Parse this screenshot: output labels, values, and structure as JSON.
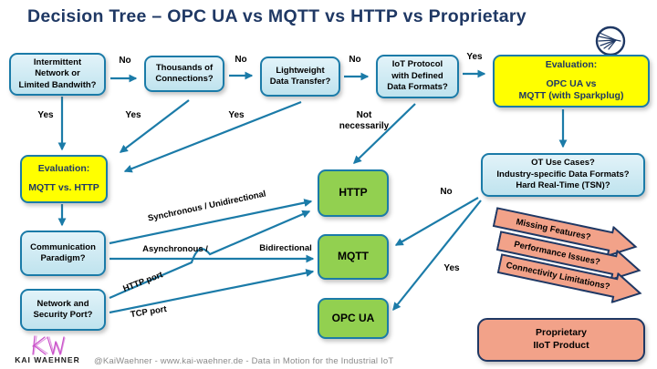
{
  "title": "Decision Tree – OPC UA vs MQTT vs HTTP vs Proprietary",
  "colors": {
    "navy": "#1F3864",
    "teal_border_arrows": "#1B7BA8",
    "lightblue_node": "#cfe9f4",
    "yellow_node": "#FFFF00",
    "green_node": "#92D050",
    "salmon_node": "#F2A289",
    "footer_gray": "#8a8a8a",
    "logo_magenta": "#C94FC9"
  },
  "nodes": {
    "intermittent": {
      "label": "Intermittent\nNetwork or\nLimited Bandwith?"
    },
    "thousands": {
      "label": "Thousands of\nConnections?"
    },
    "lightweight": {
      "label": "Lightweight\nData Transfer?"
    },
    "iot_protocol": {
      "label": "IoT Protocol\nwith Defined\nData Formats?"
    },
    "eval_opcua_mqtt": {
      "title": "Evaluation:",
      "body": "OPC UA vs\nMQTT (with Sparkplug)"
    },
    "eval_mqtt_http": {
      "title": "Evaluation:",
      "body": "MQTT vs. HTTP"
    },
    "ot_use_cases": {
      "label": "OT Use Cases?\nIndustry-specific Data Formats?\nHard Real-Time (TSN)?"
    },
    "comm_paradigm": {
      "label": "Communication\nParadigm?"
    },
    "network_port": {
      "label": "Network and\nSecurity Port?"
    },
    "http": {
      "label": "HTTP"
    },
    "mqtt": {
      "label": "MQTT"
    },
    "opcua": {
      "label": "OPC UA"
    },
    "proprietary": {
      "label": "Proprietary\nIIoT Product"
    }
  },
  "edge_labels": {
    "no1": "No",
    "no2": "No",
    "no3": "No",
    "yes_top": "Yes",
    "yes1": "Yes",
    "yes2": "Yes",
    "yes3": "Yes",
    "not_necessarily": "Not\nnecessarily",
    "ot_no": "No",
    "ot_yes": "Yes",
    "sync": "Synchronous / Unidirectional",
    "async": "Asynchronous /",
    "bidirectional": "Bidirectional",
    "http_port": "HTTP port",
    "tcp_port": "TCP port"
  },
  "callouts": [
    "Missing Features?",
    "Performance Issues?",
    "Connectivity Limitations?"
  ],
  "footer": {
    "logo_text": "KAI WAEHNER",
    "tagline": "@KaiWaehner - www.kai-waehner.de - Data in Motion for the Industrial IoT"
  }
}
